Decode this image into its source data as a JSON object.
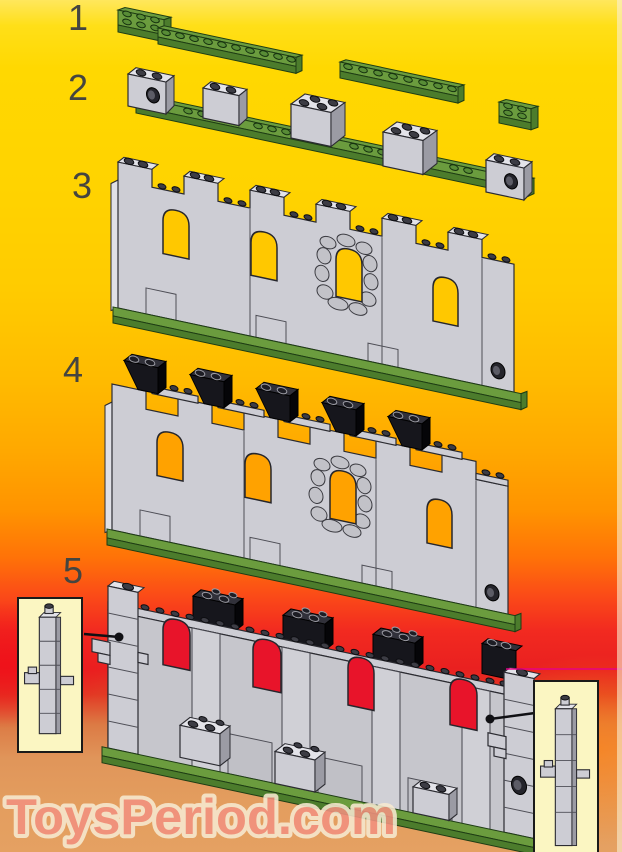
{
  "steps": [
    {
      "number": "1"
    },
    {
      "number": "2"
    },
    {
      "number": "3"
    },
    {
      "number": "4"
    },
    {
      "number": "5"
    }
  ],
  "watermark": {
    "text": "ToysPeriod.com"
  },
  "callouts": {
    "left_part": "1x1-brick-column-with-clips",
    "right_part": "1x1-brick-column-with-clips"
  },
  "colors": {
    "green_top": "#6b9c3e",
    "green_edge": "#4c7c2c",
    "green_stud": "#588c36",
    "grey_front": "#cdcdd4",
    "grey_top": "#e3e3e9",
    "grey_side": "#9b9ba4",
    "grey_line": "#2b2b31",
    "stud_dark": "#3c3c44",
    "black_front": "#16161c",
    "black_top": "#31313a",
    "black_side": "#050508",
    "win_yellow": "#ffc800",
    "win_orange": "#ffa200",
    "win_red": "#e8142a",
    "callout_bg": "#fbf6c2",
    "callout_border": "#1a1a1a",
    "watermark_fill": "#f2917f",
    "watermark_halo": "#f7ead1",
    "number_color": "#454540"
  }
}
